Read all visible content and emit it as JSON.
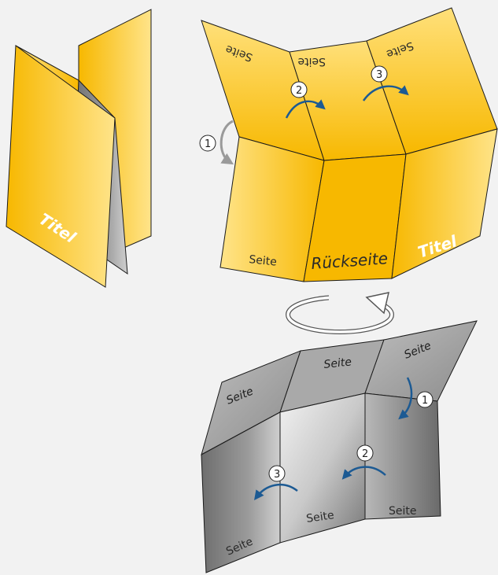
{
  "labels": {
    "titel": "Titel",
    "seite": "Seite",
    "rueckseite": "Rückseite"
  },
  "steps": [
    "1",
    "2",
    "3"
  ],
  "colors": {
    "background": "#f2f2f2",
    "paper_yellow": "#f7b800",
    "paper_yellow_light": "#ffe07a",
    "paper_grey": "#7a7a7a",
    "paper_grey_light": "#e6e6e6",
    "arrow_blue": "#1c5a93",
    "arrow_grey": "#9a9a9a",
    "outline": "#1a1a1a"
  }
}
